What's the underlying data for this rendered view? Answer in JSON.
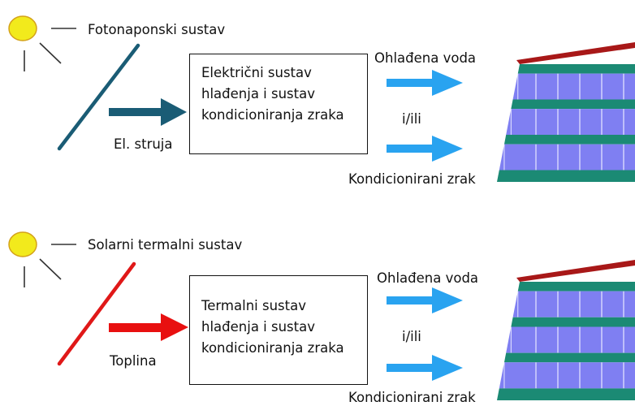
{
  "panels": [
    {
      "system_label": "Fotonaponski sustav",
      "input_label": "El. struja",
      "box_lines": [
        "Električni sustav",
        "hlađenja i sustav",
        "kondicioniranja zraka"
      ],
      "output_top": "Ohlađena voda",
      "connector": "i/ili",
      "output_bottom": "Kondicionirani zrak",
      "colors": {
        "panel_line": "#1a5c75",
        "input_arrow": "#1a5c75"
      }
    },
    {
      "system_label": "Solarni termalni sustav",
      "input_label": "Toplina",
      "box_lines": [
        "Termalni sustav",
        "hlađenja i sustav",
        "kondicioniranja zraka"
      ],
      "output_top": "Ohlađena voda",
      "connector": "i/ili",
      "output_bottom": "Kondicionirani zrak",
      "colors": {
        "panel_line": "#e01818",
        "input_arrow": "#e81010"
      }
    }
  ],
  "colors": {
    "sun_fill": "#f2ea1c",
    "sun_stroke": "#d4a21a",
    "output_arrow": "#29a3f0",
    "building_window": "#7f7ff2",
    "building_band": "#1b8a74",
    "building_roof": "#a81818",
    "ray": "#333333"
  },
  "icons": [
    "sun-icon",
    "building-icon"
  ]
}
